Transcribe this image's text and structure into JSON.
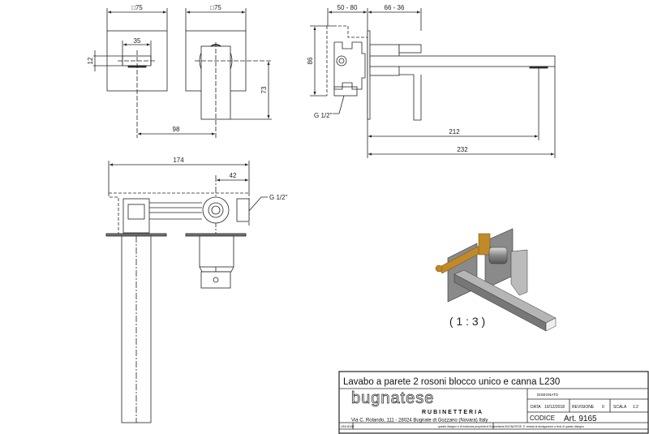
{
  "dimensions": {
    "front_left_width": "□75",
    "front_right_width": "□75",
    "handle_slot_width": "35",
    "handle_slot_height": "12",
    "axis_distance": "98",
    "handle_height": "73",
    "box_height": "86",
    "wall_depth": "50 - 80",
    "projection": "66 - 36",
    "spout_outlet": "212",
    "spout_length": "232",
    "top_width": "174",
    "top_offset": "42",
    "connection_side": "G 1/2\"",
    "connection_top": "G 1/2\""
  },
  "scale_label": "( 1 : 3 )",
  "title_block": {
    "title": "Lavabo a parete 2 rosoni blocco unico e canna L230",
    "logo": "bugnatese",
    "logo_sub": "RUBINETTERIA",
    "address": "Via C. Rolando, 111 - 28024 Bugnate di Gozzano (Novara) Italy",
    "disegnato_label": "DISEGNATO",
    "data_label": "DATA",
    "data_value": "10/12/2018",
    "revisione_label": "REVISIONE",
    "revisione_value": "0",
    "scala_label": "SCALA",
    "scala_value": "1:2",
    "codice_label": "CODICE",
    "codice_value": "Art. 9165",
    "norm": "UNI 8187",
    "notice": "questo disegno è di esclusiva proprietà di Rubinetteria BUGNATESE. E' vietata la divulgazione a terzi di questo disegno"
  },
  "colors": {
    "line": "#222222",
    "brass": "#c08a2a",
    "chrome": "#9a9a9a",
    "plate": "#8a8a8a"
  }
}
